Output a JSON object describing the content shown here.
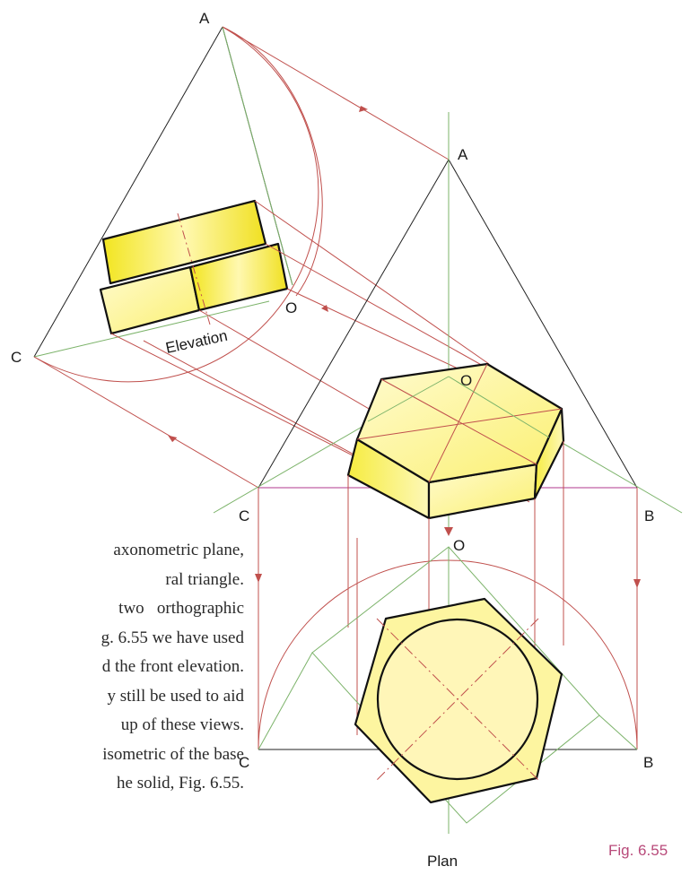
{
  "labels": {
    "elev_A": "A",
    "elev_C": "C",
    "elev_O": "O",
    "elevation": "Elevation",
    "iso_A": "A",
    "iso_O": "O",
    "iso_C": "C",
    "iso_B": "B",
    "plan_O": "O",
    "plan_C": "C",
    "plan_B": "B",
    "plan": "Plan"
  },
  "figure_caption": "Fig. 6.55",
  "body_text": [
    "axonometric plane,",
    "ral triangle.",
    "two   orthographic",
    "g. 6.55 we have used",
    "d the front elevation.",
    "y still be used to aid",
    "up of these views.",
    "isometric of the base",
    "he solid, Fig. 6.55."
  ],
  "colors": {
    "construction_red": "#c0504d",
    "projection_green": "#7cb36a",
    "outline": "#111111",
    "yellow_face_light": "#fff7a8",
    "yellow_face_bright": "#f5ea2a",
    "magenta_line": "#b03a8c",
    "caption_color": "#b84a7a"
  }
}
